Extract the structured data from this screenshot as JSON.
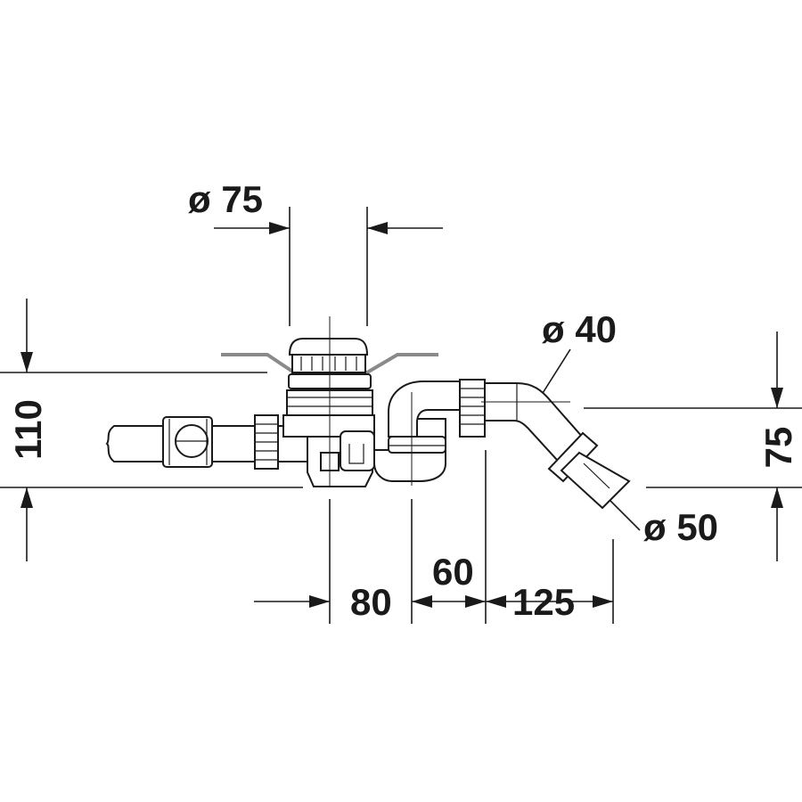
{
  "dimensions": {
    "drain_diameter": "ø 75",
    "overflow_pipe_diameter": "ø 40",
    "outlet_diameter": "ø 50",
    "total_height": "110",
    "outlet_height": "75",
    "offset_80": "80",
    "offset_60": "60",
    "offset_125": "125"
  },
  "colors": {
    "line": "#1a1a1a",
    "tub_edge": "#8a8a8a",
    "background": "#ffffff"
  }
}
